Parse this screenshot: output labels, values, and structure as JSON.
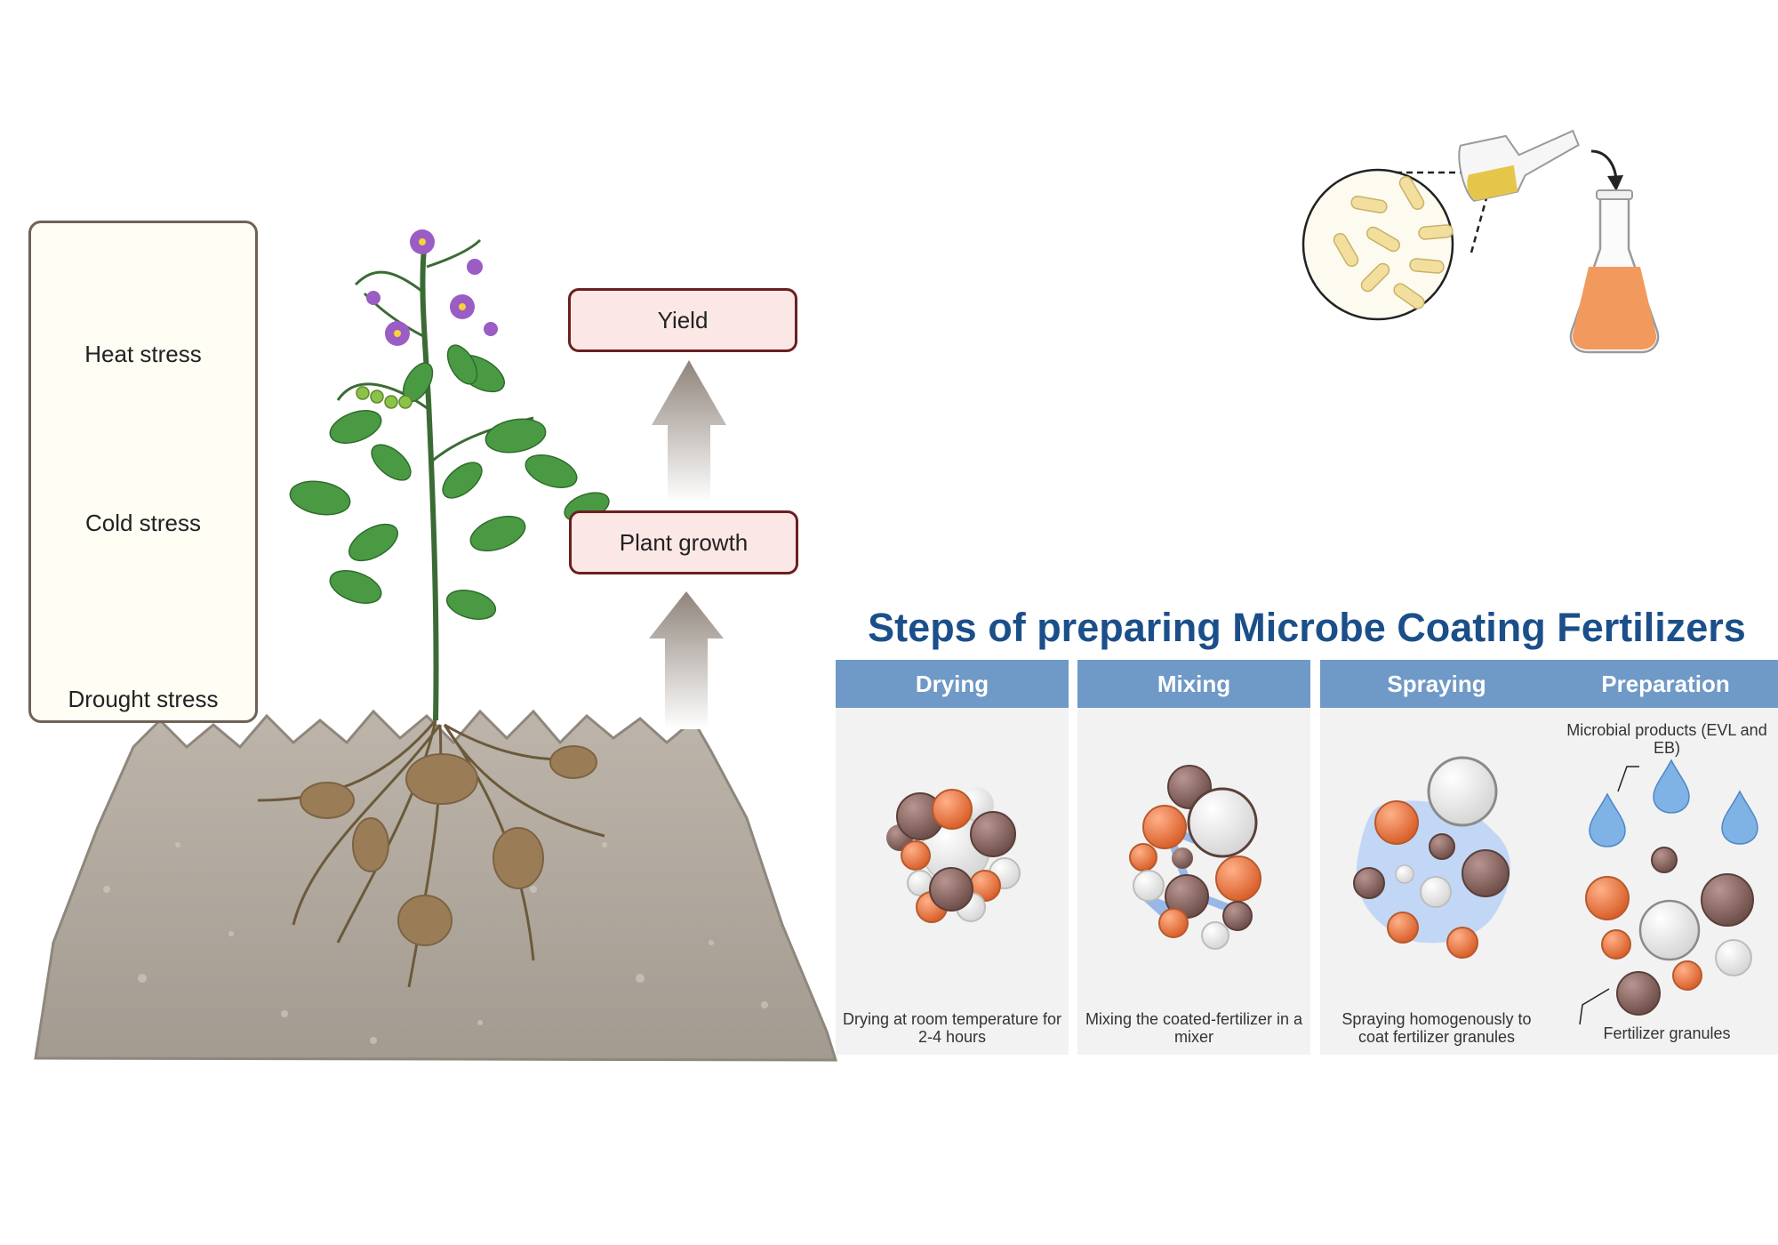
{
  "stress": {
    "heat": "Heat stress",
    "cold": "Cold stress",
    "drought": "Drought stress"
  },
  "outcomes": {
    "yield": "Yield",
    "growth": "Plant growth"
  },
  "process": {
    "title": "Steps of preparing Microbe Coating Fertilizers",
    "steps": [
      {
        "label": "Drying",
        "caption": "Drying at room temperature for 2-4 hours"
      },
      {
        "label": "Mixing",
        "caption": "Mixing the coated-fertilizer in a mixer"
      },
      {
        "label": "Spraying",
        "caption": "Spraying homogenously to coat fertilizer granules"
      },
      {
        "label": "Preparation",
        "caption": ""
      }
    ],
    "annotations": {
      "microbial": "Microbial products (EVL and EB)",
      "granules": "Fertilizer granules"
    }
  },
  "colors": {
    "title": "#1b4f8a",
    "step_header": "#6f99c7",
    "box_border": "#6b1f1f",
    "box_fill": "#fbe7e6",
    "soil": "#a9a196",
    "leaf": "#3f8f3f",
    "flower": "#9b5cc4",
    "granule_orange": "#e8763f",
    "granule_brown": "#8a6a64",
    "water_drop": "#6fa6dc"
  }
}
